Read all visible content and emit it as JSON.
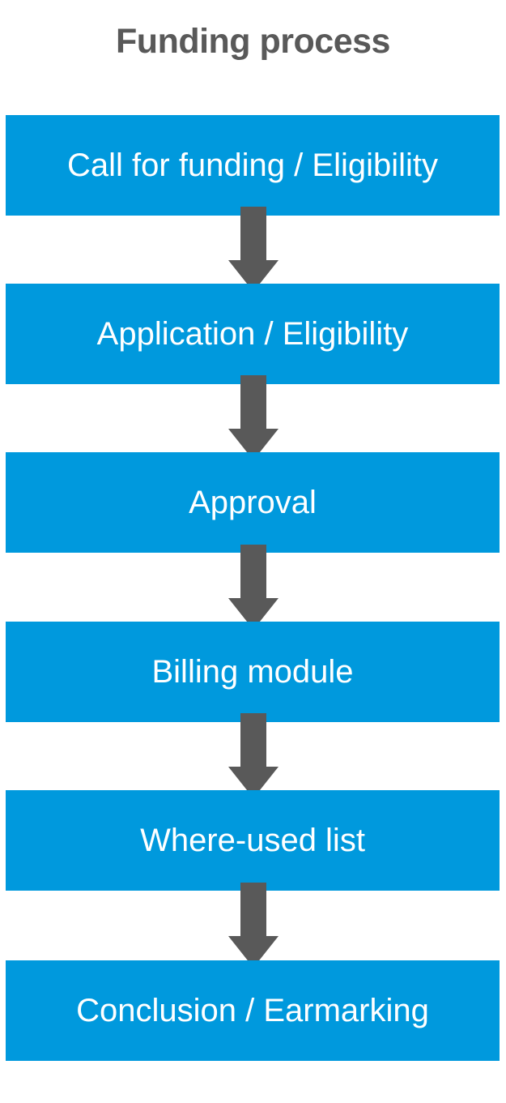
{
  "title": "Funding process",
  "colors": {
    "box_fill": "#0099dd",
    "box_text": "#ffffff",
    "arrow": "#595959",
    "title_text": "#595959",
    "background": "#ffffff"
  },
  "chart_data": {
    "type": "diagram",
    "diagram_kind": "vertical-flowchart",
    "title": "Funding process",
    "orientation": "top-to-bottom",
    "node_count": 6,
    "connector_count": 5,
    "connector_type": "down-arrow",
    "nodes": [
      {
        "id": "step-1",
        "label": "Call for funding / Eligibility",
        "order": 1
      },
      {
        "id": "step-2",
        "label": "Application / Eligibility",
        "order": 2
      },
      {
        "id": "step-3",
        "label": "Approval",
        "order": 3
      },
      {
        "id": "step-4",
        "label": "Billing module",
        "order": 4
      },
      {
        "id": "step-5",
        "label": "Where-used list",
        "order": 5
      },
      {
        "id": "step-6",
        "label": "Conclusion / Earmarking",
        "order": 6
      }
    ],
    "edges": [
      {
        "from": "step-1",
        "to": "step-2"
      },
      {
        "from": "step-2",
        "to": "step-3"
      },
      {
        "from": "step-3",
        "to": "step-4"
      },
      {
        "from": "step-4",
        "to": "step-5"
      },
      {
        "from": "step-5",
        "to": "step-6"
      }
    ]
  },
  "steps": [
    {
      "label": "Call for funding / Eligibility"
    },
    {
      "label": "Application / Eligibility"
    },
    {
      "label": "Approval"
    },
    {
      "label": "Billing module"
    },
    {
      "label": "Where-used list"
    },
    {
      "label": "Conclusion / Earmarking"
    }
  ]
}
